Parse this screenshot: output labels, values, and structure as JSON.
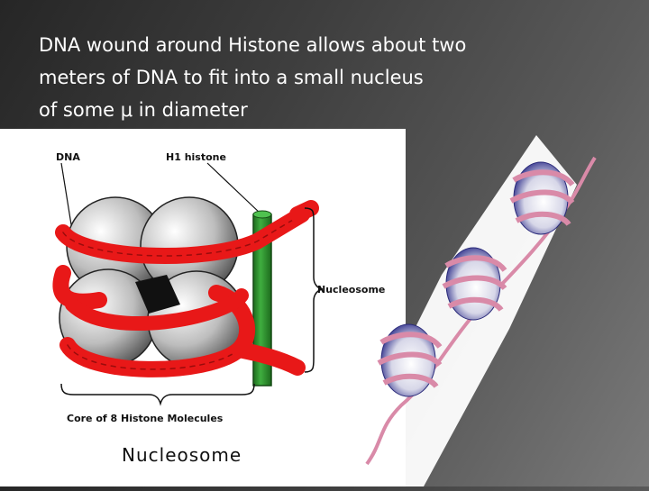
{
  "title": {
    "line1": "DNA wound around Histone allows about two",
    "line2": "meters of DNA to fit into a small nucleus",
    "line3": "of some μ in diameter"
  },
  "diagram": {
    "label_dna": "DNA",
    "label_h1": "H1 histone",
    "label_nucleosome_bracket": "Nucleosome",
    "label_core": "Core of 8 Histone Molecules",
    "caption": "Nucleosome"
  },
  "colors": {
    "dna_red": "#e81818",
    "histone_green": "#2d8c2d",
    "histone_gray": "#b8b8b8",
    "bead_blue": "#3a3aa0",
    "dna_pink": "#d98aa8"
  }
}
